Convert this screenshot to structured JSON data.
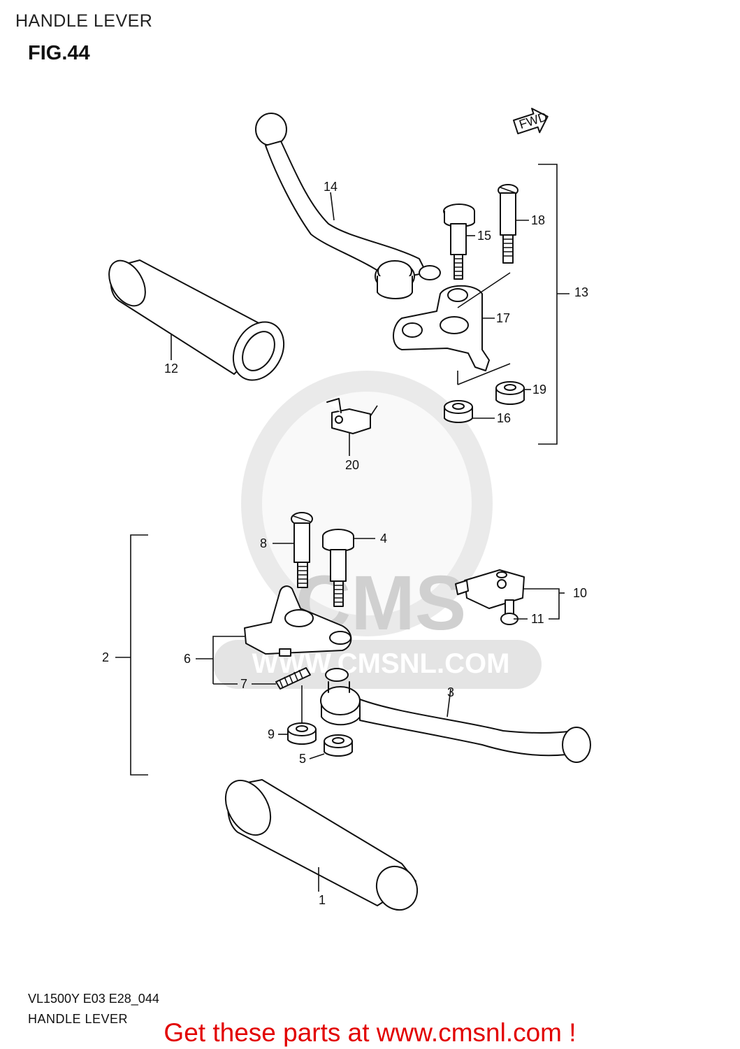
{
  "header": {
    "title": "HANDLE LEVER",
    "figure": "FIG.44"
  },
  "fwd_badge": "FWD",
  "watermark": {
    "brand": "CMS",
    "url": "WWW.CMSNL.COM"
  },
  "callouts": [
    {
      "id": "1",
      "label": "1"
    },
    {
      "id": "2",
      "label": "2"
    },
    {
      "id": "3",
      "label": "3"
    },
    {
      "id": "4",
      "label": "4"
    },
    {
      "id": "5",
      "label": "5"
    },
    {
      "id": "6",
      "label": "6"
    },
    {
      "id": "7",
      "label": "7"
    },
    {
      "id": "8",
      "label": "8"
    },
    {
      "id": "9",
      "label": "9"
    },
    {
      "id": "10",
      "label": "10"
    },
    {
      "id": "11",
      "label": "11"
    },
    {
      "id": "12",
      "label": "12"
    },
    {
      "id": "13",
      "label": "13"
    },
    {
      "id": "14",
      "label": "14"
    },
    {
      "id": "15",
      "label": "15"
    },
    {
      "id": "16",
      "label": "16"
    },
    {
      "id": "17",
      "label": "17"
    },
    {
      "id": "18",
      "label": "18"
    },
    {
      "id": "19",
      "label": "19"
    },
    {
      "id": "20",
      "label": "20"
    }
  ],
  "footer": {
    "model": "VL1500Y E03 E28_044",
    "caption": "HANDLE LEVER"
  },
  "cta": "Get these parts at www.cmsnl.com !",
  "colors": {
    "cta": "#e20000",
    "line": "#111111",
    "watermark": "#d8d8d8"
  }
}
